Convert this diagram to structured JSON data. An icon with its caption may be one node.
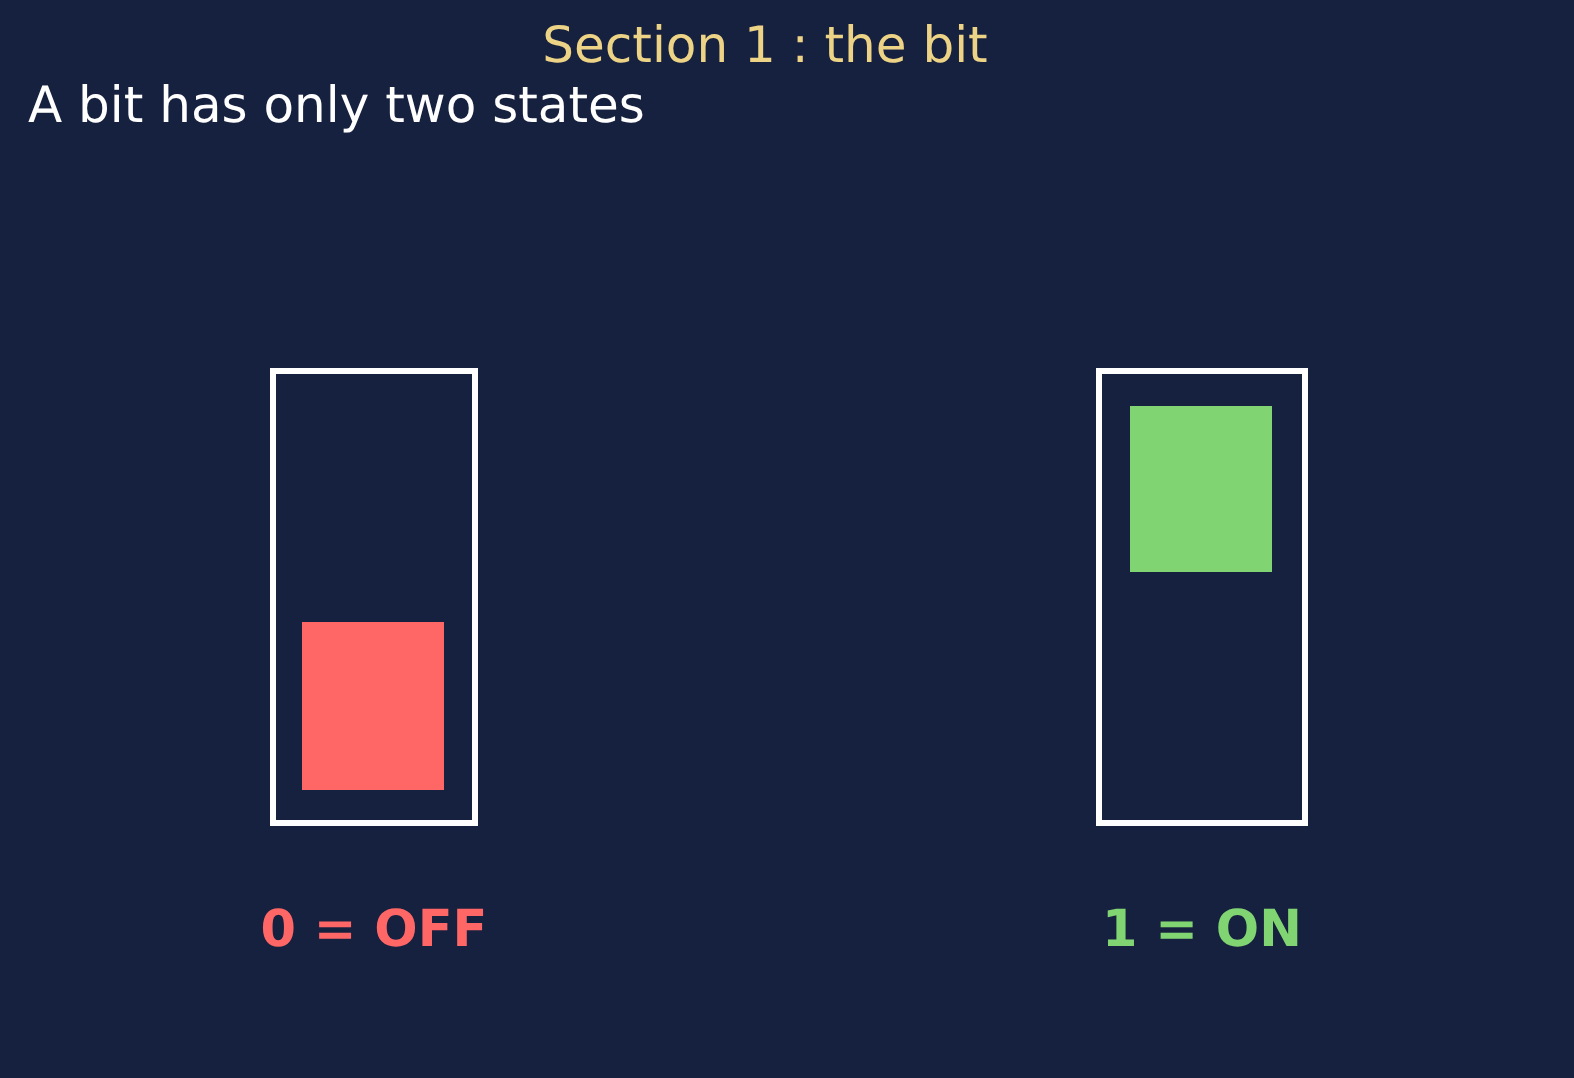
{
  "diagram": {
    "title": "Section 1 : the bit",
    "nodes": [
      {
        "text": [],
        "shape": "box",
        "beside": [
          "0 = OFF"
        ]
      },
      {
        "text": [],
        "shape": "box",
        "beside": [
          "1 = ON"
        ]
      }
    ],
    "labels": [
      "A bit has only two states"
    ]
  }
}
